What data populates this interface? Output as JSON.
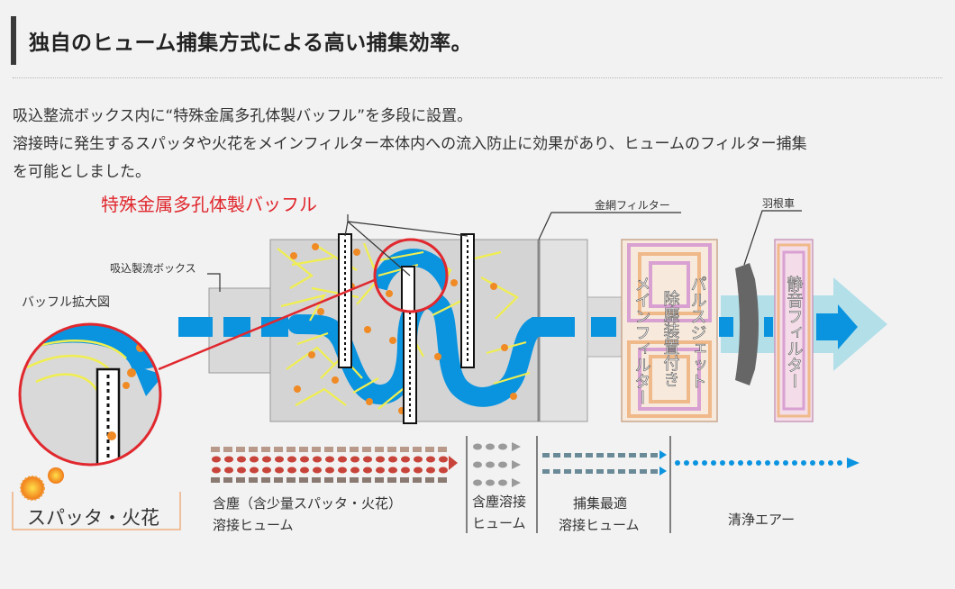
{
  "page": {
    "heading": "独自のヒューム捕集方式による高い捕集効率。",
    "intro_line1": "吸込整流ボックス内に“特殊金属多孔体製バッフル”を多段に設置。",
    "intro_line2": "溶接時に発生するスパッタや火花をメインフィルター本体内への流入防止に効果があり、ヒュームのフィルター捕集",
    "intro_line3": "を可能としました。"
  },
  "diagram": {
    "labels": {
      "baffle_title": "特殊金属多孔体製バッフル",
      "wire_mesh_filter": "金網フィルター",
      "impeller": "羽根車",
      "intake_box": "吸込製流ボックス",
      "baffle_zoom": "バッフル拡大図",
      "main_filter_vertical": "メインフィルター",
      "pulse_jet_vertical": "パルスジェット",
      "dust_removal_vertical": "除塵装置付き",
      "silencer_vertical": "静音フィルター",
      "spatter_sparks": "スパッタ・火花"
    },
    "legend": {
      "stage1_line1": "含塵（含少量スパッタ・火花）",
      "stage1_line2": "溶接ヒューム",
      "stage2_line1": "含塵溶接",
      "stage2_line2": "ヒューム",
      "stage3_line1": "捕集最適",
      "stage3_line2": "溶接ヒューム",
      "stage4_line1": "清浄エアー"
    },
    "colors": {
      "flow_blue": "#0a94e0",
      "accent_red": "#e0282e",
      "spark_yellow": "#f0ee50",
      "spark_orange": "#f08a24",
      "light_arrow": "#a8dce8"
    }
  }
}
